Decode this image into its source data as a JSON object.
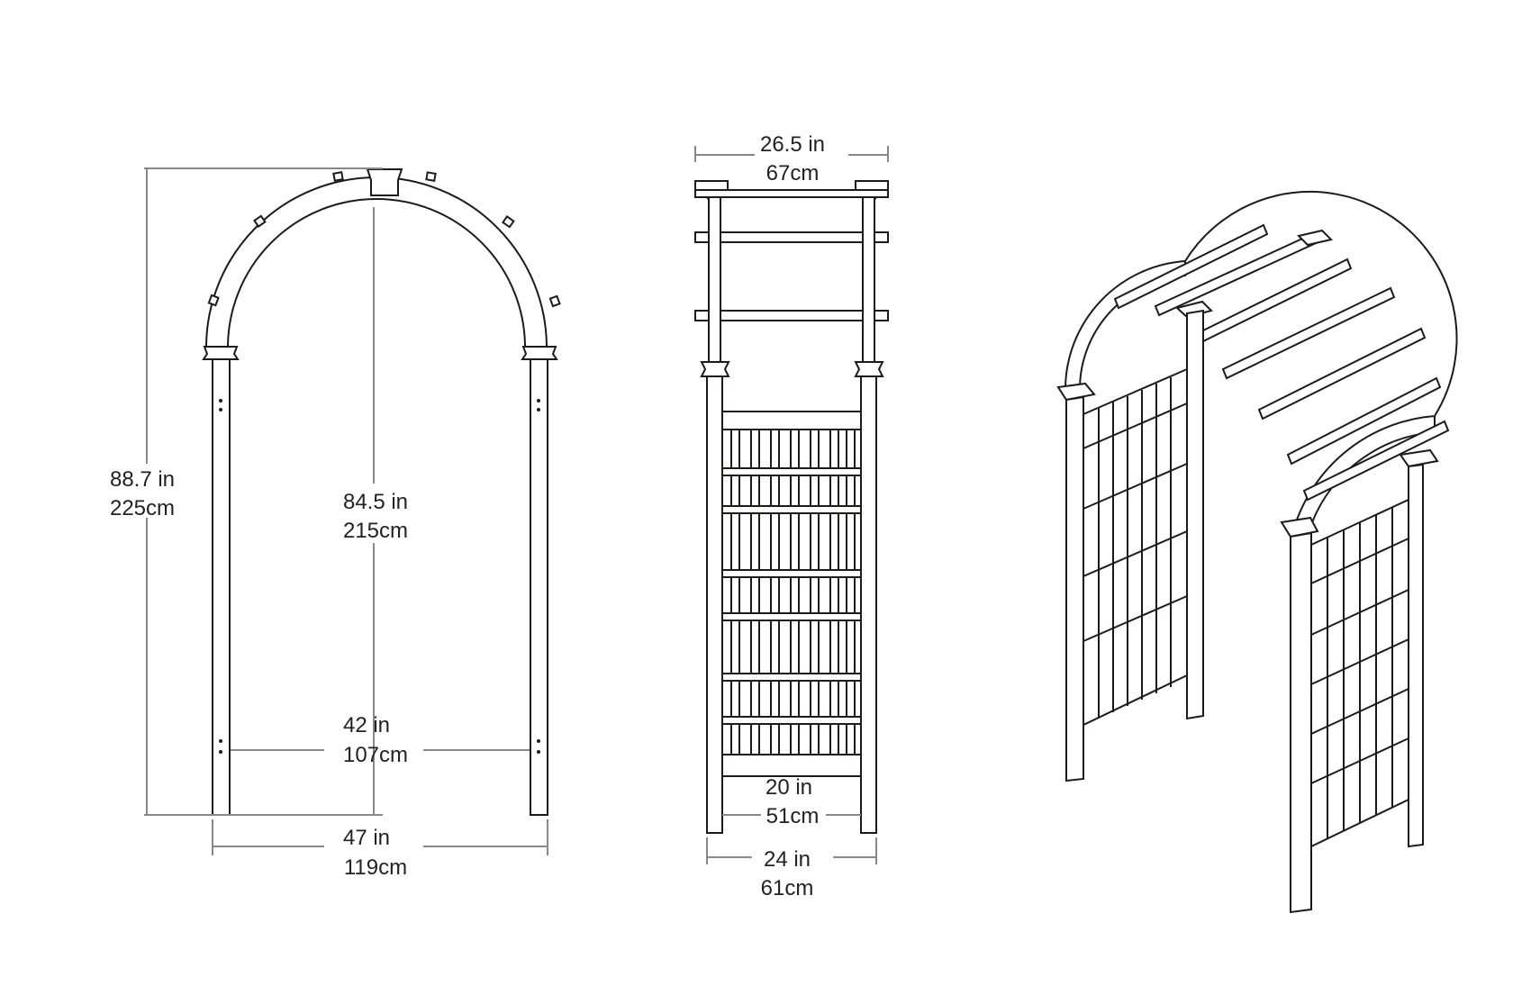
{
  "front_view": {
    "total_height": {
      "in": "88.7 in",
      "cm": "225cm"
    },
    "clear_height": {
      "in": "84.5 in",
      "cm": "215cm"
    },
    "inner_width": {
      "in": "42 in",
      "cm": "107cm"
    },
    "outer_width": {
      "in": "47 in",
      "cm": "119cm"
    }
  },
  "side_view": {
    "top_depth": {
      "in": "26.5 in",
      "cm": "67cm"
    },
    "panel_width": {
      "in": "20 in",
      "cm": "51cm"
    },
    "base_depth": {
      "in": "24 in",
      "cm": "61cm"
    }
  },
  "colors": {
    "outline": "#1e1a1a",
    "dimension_line": "#888888",
    "text": "#222222",
    "background": "#ffffff"
  }
}
